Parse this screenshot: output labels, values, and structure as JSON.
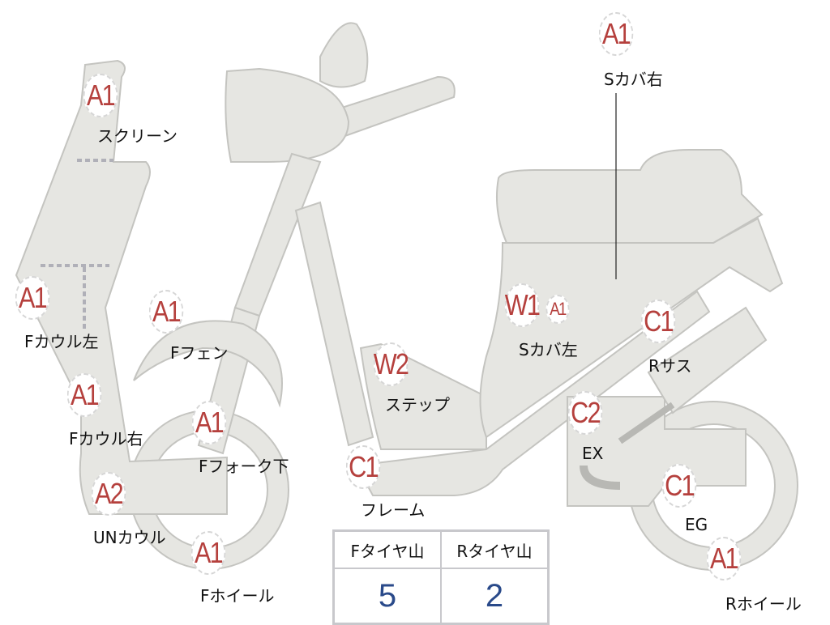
{
  "parts": [
    {
      "grade": "A1",
      "label": "スクリーン"
    },
    {
      "grade": "A1",
      "label": "Fカウル左"
    },
    {
      "grade": "A1",
      "label": "Fカウル右"
    },
    {
      "grade": "A2",
      "label": "UNカウル"
    },
    {
      "grade": "A1",
      "label": "Fフェン"
    },
    {
      "grade": "A1",
      "label": "Fフォーク下"
    },
    {
      "grade": "A1",
      "label": "Fホイール"
    },
    {
      "grade": "W2",
      "label": "ステップ"
    },
    {
      "grade": "C1",
      "label": "フレーム"
    },
    {
      "grade": "W1",
      "grade2": "A1",
      "label": "Sカバ左"
    },
    {
      "grade": "A1",
      "label": "Sカバ右"
    },
    {
      "grade": "C1",
      "label": "Rサス"
    },
    {
      "grade": "C2",
      "label": "EX"
    },
    {
      "grade": "C1",
      "label": "EG"
    },
    {
      "grade": "A1",
      "label": "Rホイール"
    }
  ],
  "tires": {
    "front_label": "Fタイヤ山",
    "rear_label": "Rタイヤ山",
    "front_value": "5",
    "rear_value": "2"
  },
  "colors": {
    "badge_text": "#b5403d",
    "body": "#e6e6e2",
    "value": "#2a4a8a"
  }
}
